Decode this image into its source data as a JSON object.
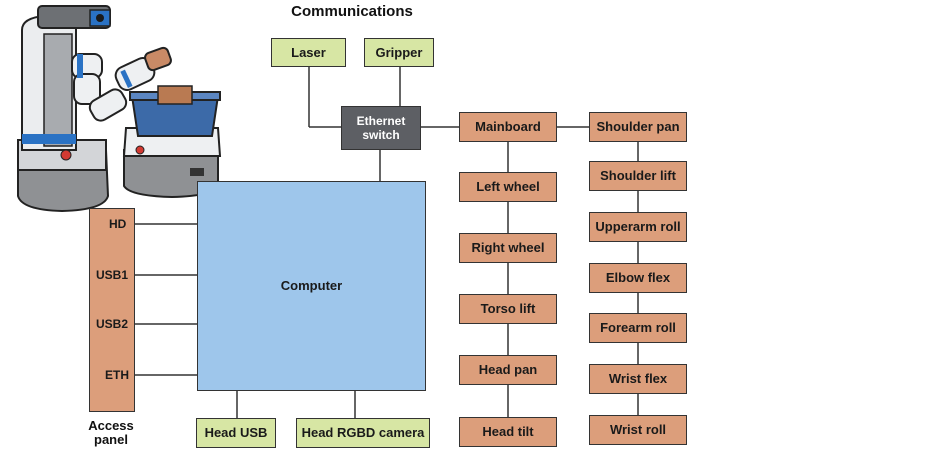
{
  "title": "Communications",
  "colors": {
    "motor": "#dc9e7b",
    "peripheral": "#d7e6a4",
    "computer": "#9ec6eb",
    "switch": "#5d5f64"
  },
  "robot_image": "fetch-robot-illustration",
  "peripherals_top": {
    "laser": "Laser",
    "gripper": "Gripper"
  },
  "ethernet_switch": {
    "line1": "Ethernet",
    "line2": "switch"
  },
  "computer": "Computer",
  "access_panel": {
    "ports": [
      "HD",
      "USB1",
      "USB2",
      "ETH"
    ],
    "caption_line1": "Access",
    "caption_line2": "panel"
  },
  "peripherals_bottom": {
    "head_usb": "Head USB",
    "head_camera": "Head RGBD camera"
  },
  "base_chain": [
    "Mainboard",
    "Left wheel",
    "Right wheel",
    "Torso lift",
    "Head pan",
    "Head tilt"
  ],
  "arm_chain": [
    "Shoulder pan",
    "Shoulder lift",
    "Upperarm roll",
    "Elbow flex",
    "Forearm roll",
    "Wrist flex",
    "Wrist roll"
  ]
}
